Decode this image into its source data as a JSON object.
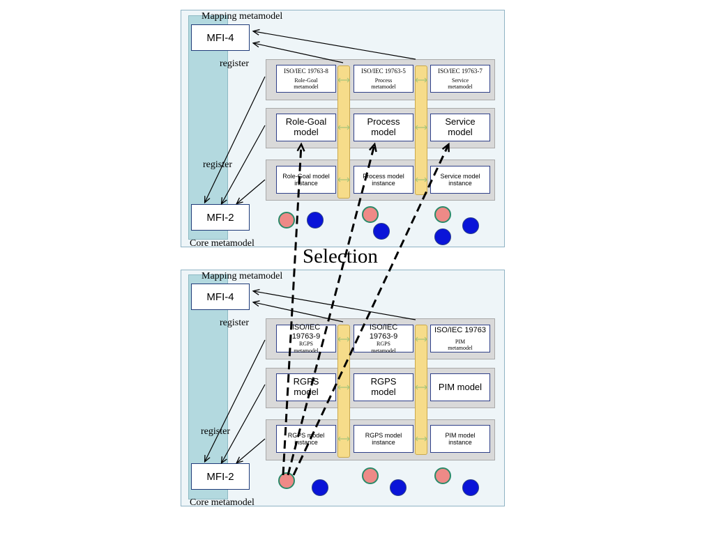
{
  "top_panel": {
    "mapping_label": "Mapping metamodel",
    "core_label": "Core metamodel",
    "mfi4": "MFI-4",
    "mfi2": "MFI-2",
    "register_1": "register",
    "register_2": "register",
    "metamodels": [
      {
        "line1": "ISO/IEC 19763-8",
        "line2": "Role-Goal",
        "line3": "metamodel"
      },
      {
        "line1": "ISO/IEC 19763-5",
        "line2": "Process",
        "line3": "metamodel"
      },
      {
        "line1": "ISO/IEC 19763-7",
        "line2": "Service",
        "line3": "metamodel"
      }
    ],
    "models": [
      {
        "line1": "Role-Goal",
        "line2": "model"
      },
      {
        "line1": "Process",
        "line2": "model"
      },
      {
        "line1": "Service",
        "line2": "model"
      }
    ],
    "instances": [
      {
        "line1": "Role-Goal model",
        "line2": "instance"
      },
      {
        "line1": "Process model",
        "line2": "instance"
      },
      {
        "line1": "Service  model",
        "line2": "instance"
      }
    ]
  },
  "selection_label": "Selection",
  "bottom_panel": {
    "mapping_label": "Mapping metamodel",
    "core_label": "Core metamodel",
    "mfi4": "MFI-4",
    "mfi2": "MFI-2",
    "register_1": "register",
    "register_2": "register",
    "metamodels": [
      {
        "line1": "ISO/IEC",
        "line1b": "19763-9",
        "line2": "RGPS",
        "line3": "metamodel"
      },
      {
        "line1": "ISO/IEC",
        "line1b": "19763-9",
        "line2": "RGPS",
        "line3": "metamodel"
      },
      {
        "line1": "ISO/IEC 19763",
        "line2": "PIM",
        "line3": "metamodel"
      }
    ],
    "models": [
      {
        "line1": "RGPS",
        "line2": "model"
      },
      {
        "line1": "RGPS",
        "line2": "model"
      },
      {
        "line1": "PIM model"
      }
    ],
    "instances": [
      {
        "line1": "RGPS model",
        "line2": "instance"
      },
      {
        "line1": "RGPS model",
        "line2": "instance"
      },
      {
        "line1": "PIM model",
        "line2": "instance"
      }
    ]
  },
  "colors": {
    "panel_bg": "#eef5f8",
    "spine": "#b3d9df",
    "row_bg": "#d9d9d9",
    "connector_bar": "#f6dc8a",
    "pink_circle": "#ee8a87",
    "blue_circle": "#0a14d8",
    "box_border": "#2e3f88"
  }
}
